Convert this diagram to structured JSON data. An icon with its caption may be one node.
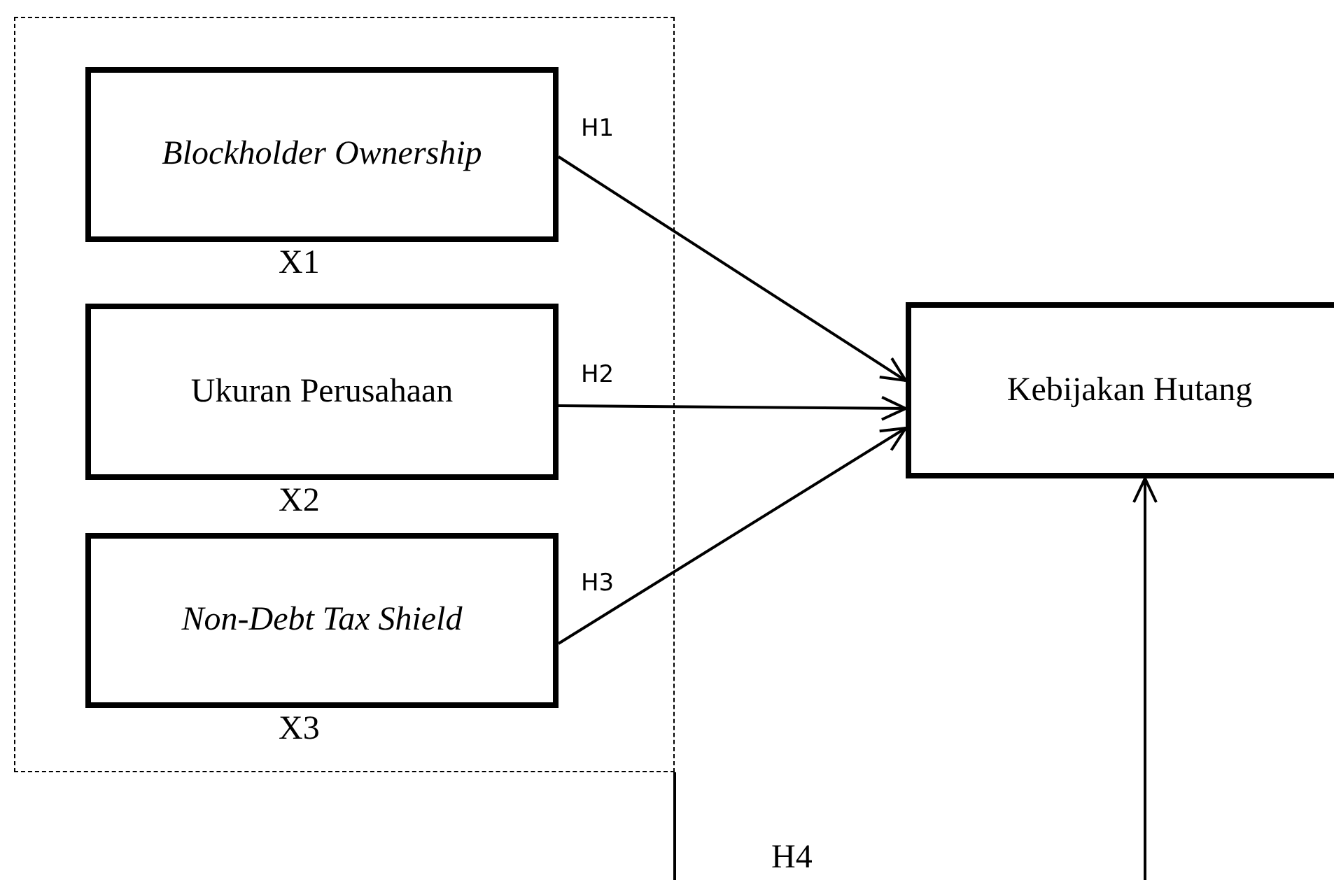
{
  "diagram": {
    "nodes": [
      {
        "text": [],
        "shape": "box"
      },
      {
        "text": [
          "Blockholder Ownership"
        ],
        "in": 0,
        "beside": [
          "X1"
        ]
      },
      {
        "text": [
          "Ukuran Perusahaan"
        ],
        "in": 0,
        "beside": [
          "X2"
        ]
      },
      {
        "text": [
          "Non-Debt Tax Shield"
        ],
        "in": 0,
        "beside": [
          "X3"
        ]
      },
      {
        "text": [
          "Kebijakan Hutang"
        ]
      }
    ],
    "edges": [
      {
        "from": 1,
        "to": 4,
        "arrow": "to",
        "label": "H1"
      },
      {
        "from": 2,
        "to": 4,
        "arrow": "to",
        "label": "H2"
      },
      {
        "from": 3,
        "to": 4,
        "arrow": "to",
        "label": "H3"
      },
      {
        "from": 0,
        "to": 4,
        "arrow": "to",
        "label": "H4"
      }
    ]
  }
}
